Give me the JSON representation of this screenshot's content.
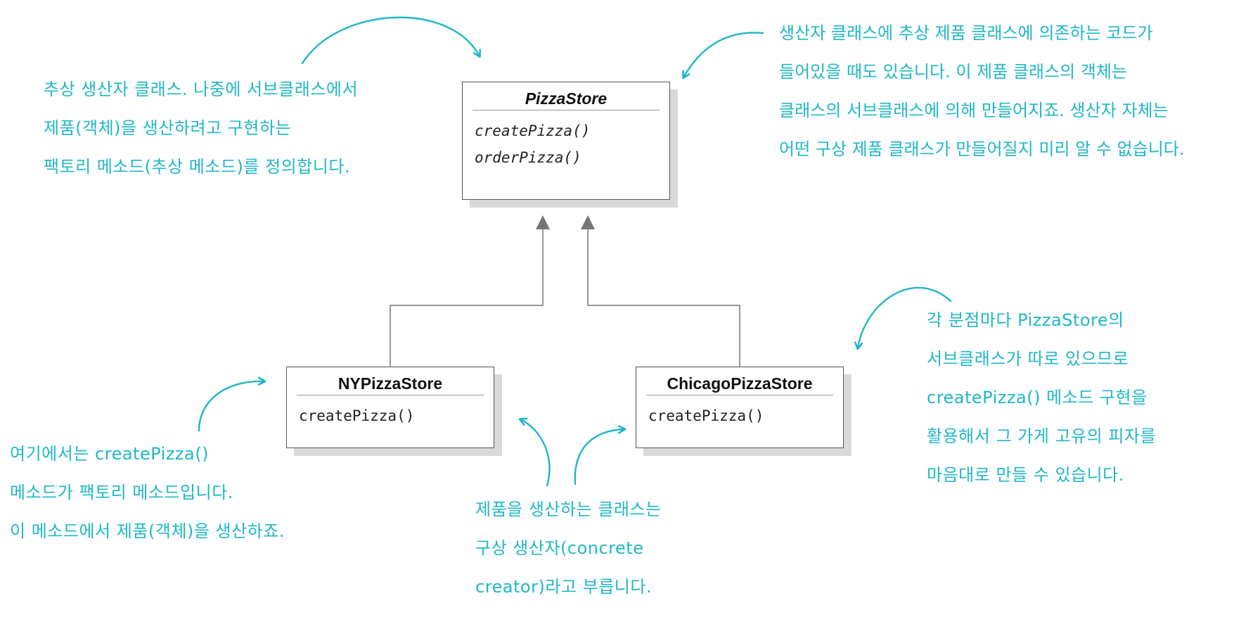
{
  "colors": {
    "annotation": "#1fb7c7",
    "box_border": "#555555",
    "box_shadow": "#d9d9d9",
    "connector": "#777777"
  },
  "classes": {
    "pizza_store": {
      "name": "PizzaStore",
      "methods": [
        "createPizza()",
        "orderPizza()"
      ]
    },
    "ny_pizza_store": {
      "name": "NYPizzaStore",
      "methods": [
        "createPizza()"
      ]
    },
    "chicago_pizza_store": {
      "name": "ChicagoPizzaStore",
      "methods": [
        "createPizza()"
      ]
    }
  },
  "notes": {
    "abstract_creator": [
      "추상 생산자 클래스. 나중에 서브클래스에서",
      "제품(객체)을 생산하려고 구현하는",
      "팩토리 메소드(추상 메소드)를 정의합니다."
    ],
    "creator_dependency": [
      "생산자 클래스에 추상 제품 클래스에 의존하는 코드가",
      "들어있을 때도 있습니다. 이 제품 클래스의 객체는",
      "클래스의 서브클래스에 의해 만들어지죠. 생산자 자체는",
      "어떤 구상 제품 클래스가 만들어질지 미리 알 수 없습니다."
    ],
    "subclass_per_branch": [
      "각 분점마다 PizzaStore의",
      "서브클래스가 따로 있으므로",
      "createPizza() 메소드 구현을",
      "활용해서 그 가게 고유의 피자를",
      "마음대로 만들 수 있습니다."
    ],
    "factory_method": [
      "여기에서는 createPizza()",
      "메소드가 팩토리 메소드입니다.",
      "이 메소드에서 제품(객체)을 생산하죠."
    ],
    "concrete_creator": [
      "제품을 생산하는 클래스는",
      "구상 생산자(concrete",
      "creator)라고 부릅니다."
    ]
  }
}
